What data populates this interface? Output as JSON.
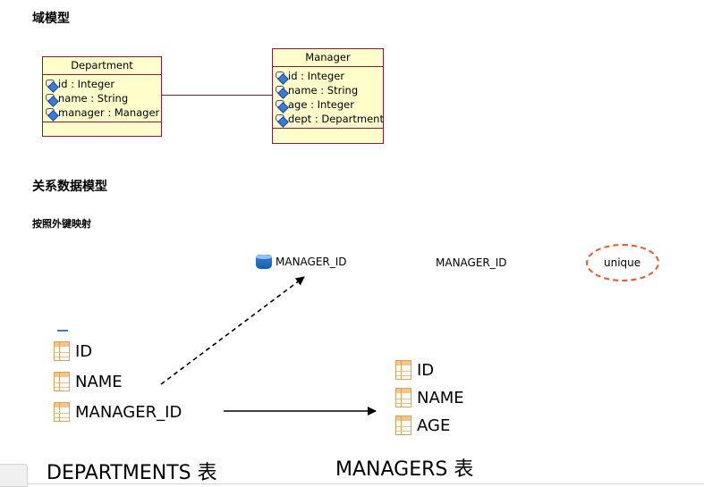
{
  "domain_model": {
    "heading": "域模型",
    "department": {
      "name": "Department",
      "attributes": [
        "id : Integer",
        "name : String",
        "manager : Manager"
      ]
    },
    "manager": {
      "name": "Manager",
      "attributes": [
        "id : Integer",
        "name : String",
        "age : Integer",
        "dept : Department"
      ]
    }
  },
  "relational_model": {
    "heading": "关系数据模型",
    "subheading": "按照外键映射",
    "manager_fk_label": "MANAGER_ID",
    "manager_id_label": "MANAGER_ID",
    "unique_label": "unique",
    "departments": {
      "columns": [
        "ID",
        "NAME",
        "MANAGER_ID"
      ],
      "table_label": "DEPARTMENTS 表"
    },
    "managers": {
      "columns": [
        "ID",
        "NAME",
        "AGE"
      ],
      "table_label": "MANAGERS 表"
    }
  },
  "colors": {
    "uml_fill": "#ffffcc",
    "uml_border": "#8b1a3a",
    "unique_ellipse": "#e8582a"
  }
}
